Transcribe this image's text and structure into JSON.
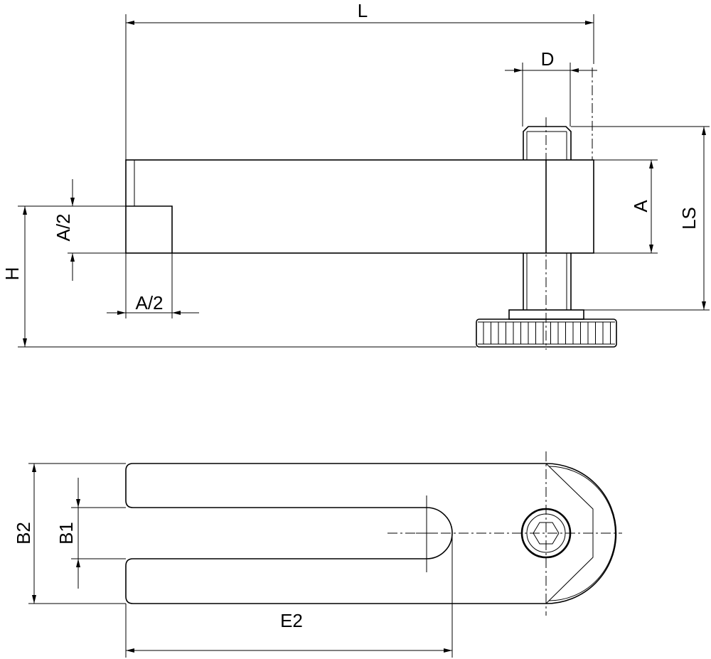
{
  "dimensions": {
    "L": "L",
    "D": "D",
    "A": "A",
    "LS": "LS",
    "H": "H",
    "A_half_vertical": "A/2",
    "A_half_horizontal": "A/2",
    "B2": "B2",
    "B1": "B1",
    "E2": "E2"
  },
  "colors": {
    "line": "#000000",
    "background": "#ffffff"
  }
}
